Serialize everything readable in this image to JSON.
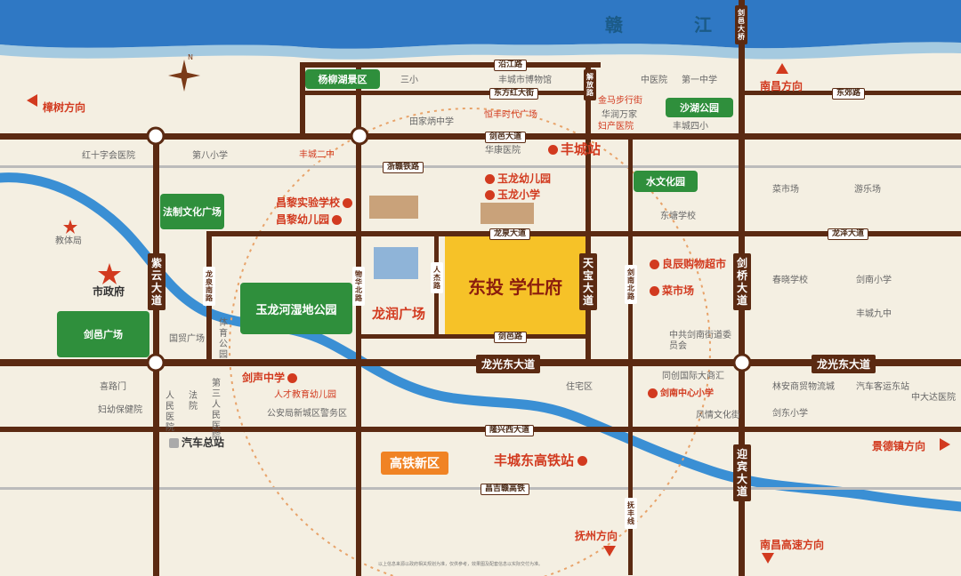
{
  "river": {
    "name_1": "赣",
    "name_2": "江"
  },
  "project": {
    "name": "东投",
    "suffix": "学仕府"
  },
  "districts": {
    "gaotie": "高铁新区"
  },
  "directions": {
    "zhangshu": "樟树方向",
    "nanchang": "南昌方向",
    "jingdezhen": "景德镇方向",
    "fuzhou": "抚州方向",
    "nanchang_highway": "南昌高速方向"
  },
  "roads": {
    "yanjiang": "沿江路",
    "dongfanghong": "东方红大街",
    "jiandian": "剑邑大道",
    "zhegan": "浙赣铁路",
    "longquan": "龙泉大道",
    "longze": "龙泽大道",
    "longguang_w": "龙光东大道",
    "longguang_e": "龙光东大道",
    "longxing": "隆兴西大道",
    "changji": "昌吉赣高铁",
    "jianxiao": "剑邑路",
    "dongjiao": "东郊路",
    "ziyun": "紫云大道",
    "tianbao": "天宝大道",
    "jianqiao": "剑桥大道",
    "yingbin": "迎宾大道",
    "jieyi_bridge": "剑邑大桥",
    "jiefang": "解放路",
    "longquan_s": "龙泉南路",
    "wuhua": "物华北路",
    "renjie": "人杰路",
    "jiannan": "剑南北路",
    "kangfeng": "抚丰线"
  },
  "parks": {
    "yangliu": "杨柳湖景区",
    "shahu": "沙湖公园",
    "fazhi": "法制文化广场",
    "shuiwenhua": "水文化园",
    "yulong": "玉龙河湿地公园",
    "jianyi": "剑邑广场"
  },
  "poi_red": {
    "fengcheng_station": "丰城站",
    "fengcheng_east": "丰城东高铁站",
    "yulong_kg": "玉龙幼儿园",
    "yulong_xx": "玉龙小学",
    "changli_xx": "昌黎实验学校",
    "changli_kg": "昌黎幼儿园",
    "longrun": "龙润广场",
    "liangchen": "良辰购物超市",
    "caishichang": "菜市场",
    "jiansheng": "剑声中学",
    "rencai": "人才教育幼儿园",
    "jiannan_xx": "剑南中心小学",
    "qiche": "汽车总站",
    "shizhengfu": "市政府",
    "hengfeng": "恒丰时代广场",
    "jinma": "金马步行街",
    "fuchan": "妇产医院",
    "fengcheng2": "丰城二中"
  },
  "poi_grey": {
    "sanxiao": "三小",
    "bowuguan": "丰城市博物馆",
    "zhongyiyuan": "中医院",
    "diyizhong": "第一中学",
    "tianjiazhong": "田家炳中学",
    "hualiwanjia": "华润万家",
    "fengchengsixiao": "丰城四小",
    "hongshizi": "红十字会医院",
    "dibaxiao": "第八小学",
    "huakang": "华康医院",
    "jiaoyuju": "教体局",
    "caishichang2": "菜市场",
    "yulechang": "游乐场",
    "dongtang": "东塘学校",
    "chunxiao": "春晓学校",
    "jiannanxiao": "剑南小学",
    "fengchengjiuzhong": "丰城九中",
    "jiannanjiedao": "中共剑南街道委员会",
    "zhuzhai": "住宅区",
    "tongchuang": "同创国际大商汇",
    "fengqing": "风情文化街",
    "linan": "林安商贸物流城",
    "qicheke": "汽车客运东站",
    "zhongda": "中大达医院",
    "jiandong": "剑东小学",
    "ximen": "喜路门",
    "fuyou": "妇幼保健院",
    "renmin": "人民医院",
    "fayuan": "法院",
    "disanrenmin": "第三人民医院",
    "gongan": "公安局新城区警务区",
    "guomao": "国贸广场",
    "tiyu": "体育公园"
  },
  "footer": "以上信息来源以政府相关规划为准，仅供参考，效果图及配套信息以实际交付为准。"
}
